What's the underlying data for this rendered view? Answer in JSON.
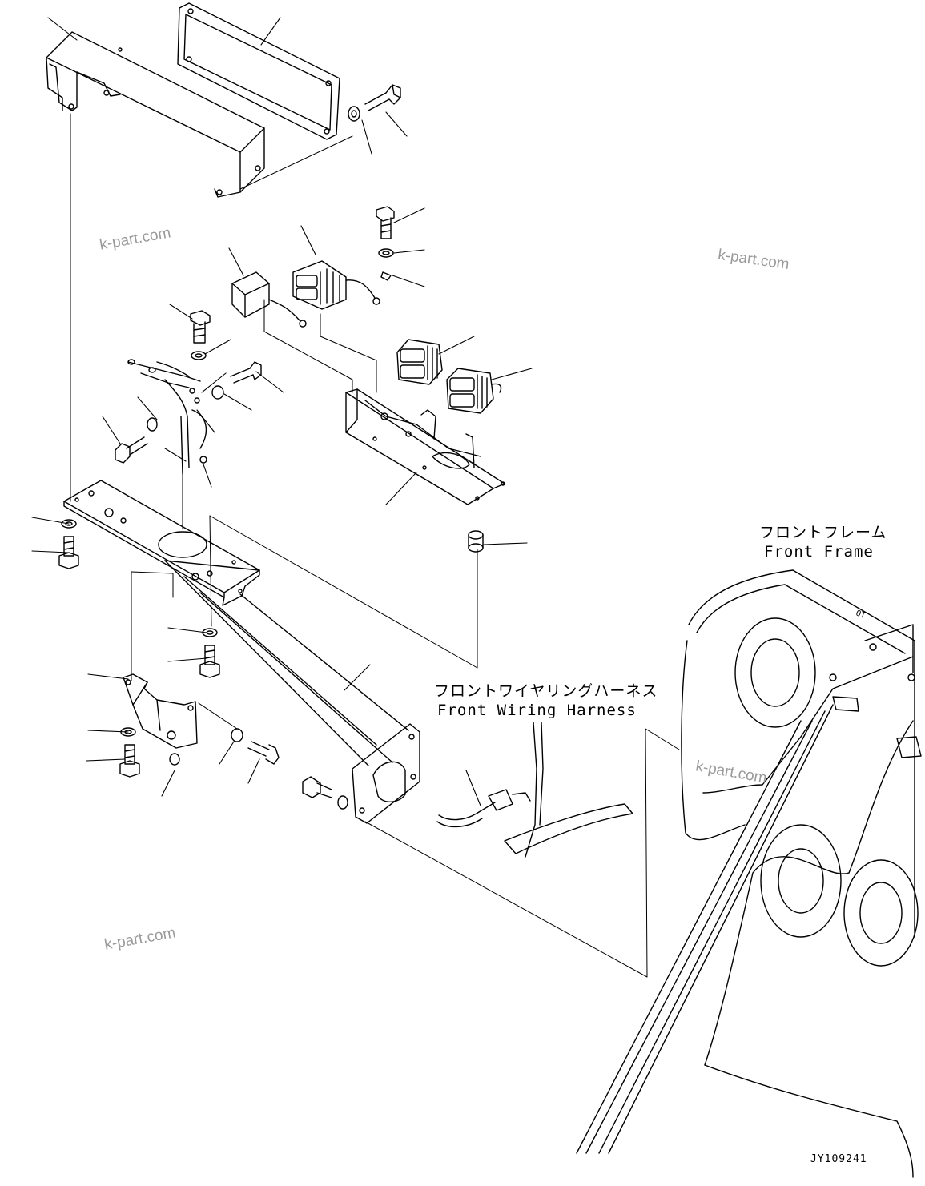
{
  "labels": {
    "front_frame_jp": "フロントフレーム",
    "front_frame_en": "Front Frame",
    "harness_jp": "フロントワイヤリングハーネス",
    "harness_en": "Front Wiring Harness"
  },
  "watermark": "k-part.com",
  "drawing_number": "JY109241",
  "colors": {
    "line": "#000000",
    "watermark": "#9a9a9a",
    "background": "#ffffff"
  }
}
